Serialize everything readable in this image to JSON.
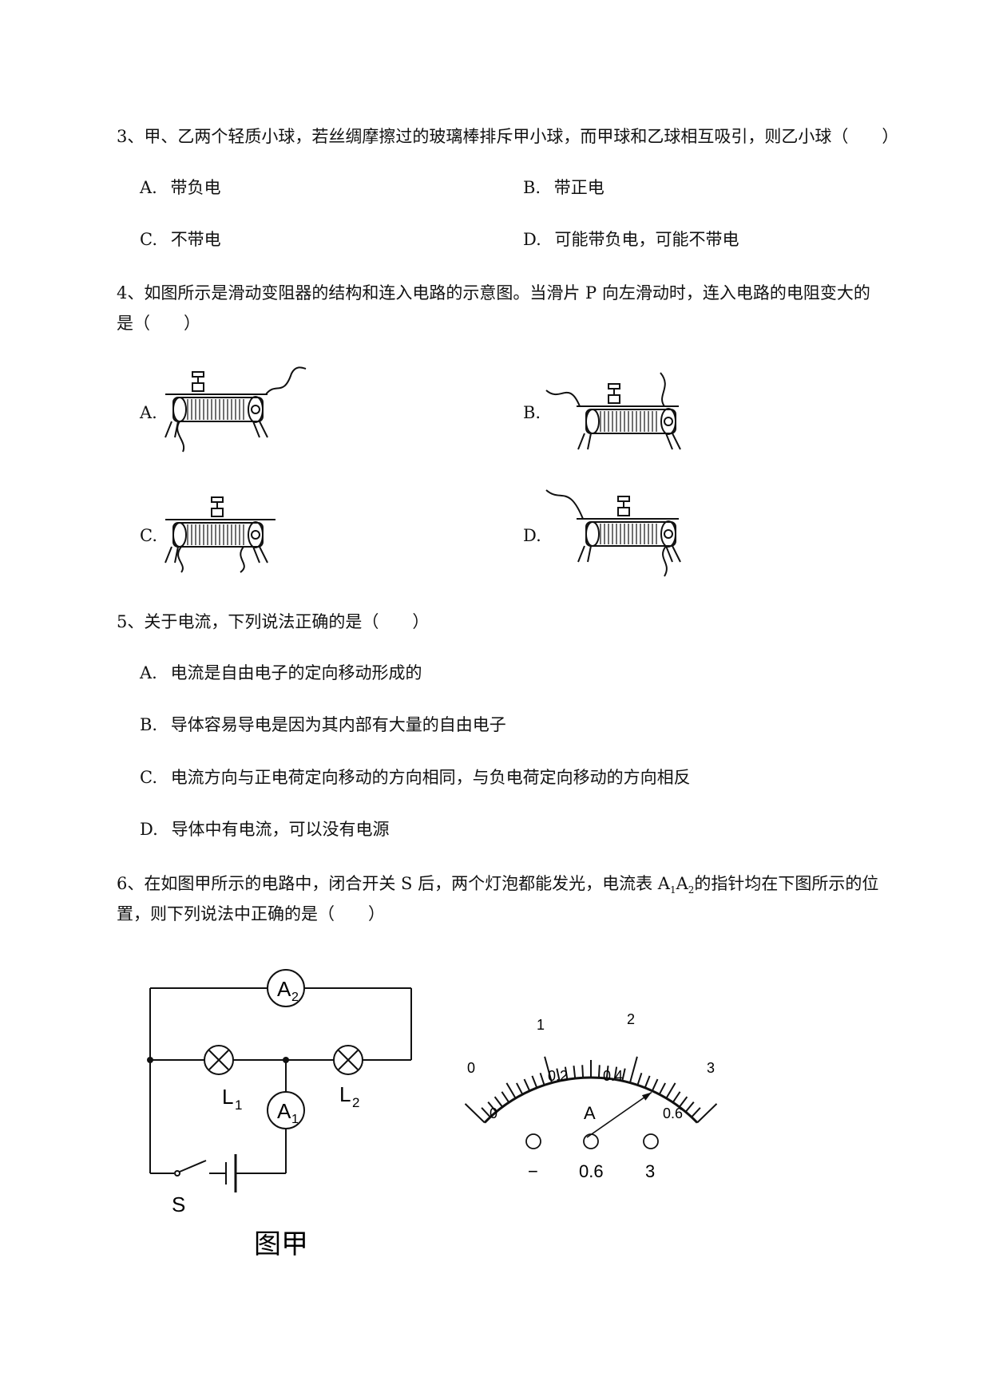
{
  "q3": {
    "stem": "3、甲、乙两个轻质小球，若丝绸摩擦过的玻璃棒排斥甲小球，而甲球和乙球相互吸引，则乙小球（　　）",
    "options": [
      {
        "letter": "A.",
        "text": "带负电"
      },
      {
        "letter": "B.",
        "text": "带正电"
      },
      {
        "letter": "C.",
        "text": "不带电"
      },
      {
        "letter": "D.",
        "text": "可能带负电，可能不带电"
      }
    ]
  },
  "q4": {
    "stem_line1": "4、如图所示是滑动变阻器的结构和连入电路的示意图。当滑片 P 向左滑动时，连入电路的电阻变大的",
    "stem_line2": "是（　　）",
    "options": [
      {
        "letter": "A."
      },
      {
        "letter": "B."
      },
      {
        "letter": "C."
      },
      {
        "letter": "D."
      }
    ]
  },
  "q5": {
    "stem": "5、关于电流，下列说法正确的是（　　）",
    "options": [
      {
        "letter": "A.",
        "text": "电流是自由电子的定向移动形成的"
      },
      {
        "letter": "B.",
        "text": "导体容易导电是因为其内部有大量的自由电子"
      },
      {
        "letter": "C.",
        "text": "电流方向与正电荷定向移动的方向相同，与负电荷定向移动的方向相反"
      },
      {
        "letter": "D.",
        "text": "导体中有电流，可以没有电源"
      }
    ]
  },
  "q6": {
    "stem_line1_a": "6、在如图甲所示的电路中，闭合开关 S 后，两个灯泡都能发光，电流表 A",
    "sub1": "1",
    "stem_line1_b": "A",
    "sub2": "2",
    "stem_line1_c": "的指针均在下图所示的位",
    "stem_line2": "置，则下列说法中正确的是（　　）",
    "circuit": {
      "a2_label": "A",
      "a2_sub": "2",
      "a1_label": "A",
      "a1_sub": "1",
      "l1_label": "L",
      "l1_sub": "1",
      "l2_label": "L",
      "l2_sub": "2",
      "switch_label": "S",
      "caption": "图甲"
    },
    "meter": {
      "top_scale": [
        "0",
        "1",
        "2",
        "3"
      ],
      "bottom_scale": [
        "0",
        "0.2",
        "0.4",
        "0.6"
      ],
      "unit": "A",
      "terminals": [
        "−",
        "0.6",
        "3"
      ],
      "needle_reading_bottom": 0.46
    }
  }
}
